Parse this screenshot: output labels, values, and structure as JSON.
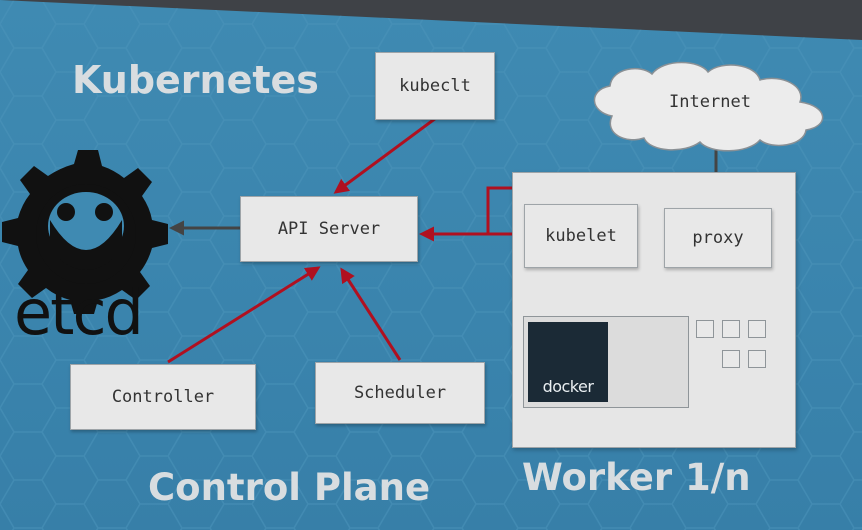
{
  "diagram": {
    "title": "Kubernetes",
    "control_plane_label": "Control Plane",
    "worker_label": "Worker 1/n",
    "nodes": {
      "kubeclt": "kubeclt",
      "api_server": "API Server",
      "controller": "Controller",
      "scheduler": "Scheduler",
      "kubelet": "kubelet",
      "proxy": "proxy",
      "internet": "Internet"
    },
    "logos": {
      "etcd": "etcd",
      "docker": "docker",
      "rkt": "rkt-logo-icon"
    },
    "colors": {
      "background": "#3f8ab2",
      "control_edge": "#b01020",
      "data_edge": "#444444",
      "box_fill": "#e8e8e8"
    }
  }
}
